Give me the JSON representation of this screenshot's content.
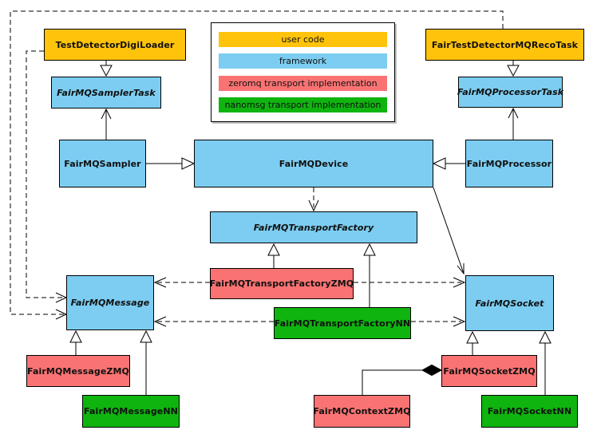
{
  "legend": {
    "items": [
      {
        "id": "user-code",
        "label": "user code",
        "color": "#FFC30B"
      },
      {
        "id": "framework",
        "label": "framework",
        "color": "#7CCDF1"
      },
      {
        "id": "zeromq",
        "label": "zeromq transport implementation",
        "color": "#FA7373"
      },
      {
        "id": "nanomsg",
        "label": "nanomsg transport implementation",
        "color": "#0FB40F"
      }
    ]
  },
  "colors": {
    "user_code": "#FFC30B",
    "framework": "#7CCDF1",
    "zeromq": "#FA7373",
    "nanomsg": "#0FB40F",
    "line": "#000000",
    "background": "#FFFFFF"
  },
  "nodes": {
    "digiLoader": {
      "label": "TestDetectorDigiLoader",
      "color": "#FFC30B",
      "abstract": false
    },
    "recoTask": {
      "label": "FairTestDetectorMQRecoTask",
      "color": "#FFC30B",
      "abstract": false
    },
    "samplerTask": {
      "label": "FairMQSamplerTask",
      "color": "#7CCDF1",
      "abstract": true
    },
    "processorTask": {
      "label": "FairMQProcessorTask",
      "color": "#7CCDF1",
      "abstract": true
    },
    "sampler": {
      "label": "FairMQSampler",
      "color": "#7CCDF1",
      "abstract": false
    },
    "device": {
      "label": "FairMQDevice",
      "color": "#7CCDF1",
      "abstract": false
    },
    "processor": {
      "label": "FairMQProcessor",
      "color": "#7CCDF1",
      "abstract": false
    },
    "transportFactory": {
      "label": "FairMQTransportFactory",
      "color": "#7CCDF1",
      "abstract": true
    },
    "transportFactoryZMQ": {
      "label": "FairMQTransportFactoryZMQ",
      "color": "#FA7373",
      "abstract": false
    },
    "transportFactoryNN": {
      "label": "FairMQTransportFactoryNN",
      "color": "#0FB40F",
      "abstract": false
    },
    "message": {
      "label": "FairMQMessage",
      "color": "#7CCDF1",
      "abstract": true
    },
    "socket": {
      "label": "FairMQSocket",
      "color": "#7CCDF1",
      "abstract": true
    },
    "messageZMQ": {
      "label": "FairMQMessageZMQ",
      "color": "#FA7373",
      "abstract": false
    },
    "messageNN": {
      "label": "FairMQMessageNN",
      "color": "#0FB40F",
      "abstract": false
    },
    "socketZMQ": {
      "label": "FairMQSocketZMQ",
      "color": "#FA7373",
      "abstract": false
    },
    "contextZMQ": {
      "label": "FairMQContextZMQ",
      "color": "#FA7373",
      "abstract": false
    },
    "socketNN": {
      "label": "FairMQSocketNN",
      "color": "#0FB40F",
      "abstract": false
    }
  },
  "edges": [
    {
      "from": "TestDetectorDigiLoader",
      "to": "FairMQSamplerTask",
      "relation": "inheritance"
    },
    {
      "from": "FairTestDetectorMQRecoTask",
      "to": "FairMQProcessorTask",
      "relation": "inheritance"
    },
    {
      "from": "FairMQSampler",
      "to": "FairMQSamplerTask",
      "relation": "association"
    },
    {
      "from": "FairMQProcessor",
      "to": "FairMQProcessorTask",
      "relation": "association"
    },
    {
      "from": "FairMQSampler",
      "to": "FairMQDevice",
      "relation": "inheritance"
    },
    {
      "from": "FairMQProcessor",
      "to": "FairMQDevice",
      "relation": "inheritance"
    },
    {
      "from": "FairMQDevice",
      "to": "FairMQTransportFactory",
      "relation": "dependency"
    },
    {
      "from": "FairMQDevice",
      "to": "FairMQSocket",
      "relation": "association"
    },
    {
      "from": "FairMQTransportFactoryZMQ",
      "to": "FairMQTransportFactory",
      "relation": "inheritance"
    },
    {
      "from": "FairMQTransportFactoryNN",
      "to": "FairMQTransportFactory",
      "relation": "inheritance"
    },
    {
      "from": "FairMQTransportFactoryZMQ",
      "to": "FairMQMessage",
      "relation": "dependency"
    },
    {
      "from": "FairMQTransportFactoryZMQ",
      "to": "FairMQSocket",
      "relation": "dependency"
    },
    {
      "from": "FairMQTransportFactoryNN",
      "to": "FairMQMessage",
      "relation": "dependency"
    },
    {
      "from": "FairMQTransportFactoryNN",
      "to": "FairMQSocket",
      "relation": "dependency"
    },
    {
      "from": "TestDetectorDigiLoader",
      "to": "FairMQMessage",
      "relation": "dependency"
    },
    {
      "from": "FairTestDetectorMQRecoTask",
      "to": "FairMQMessage",
      "relation": "dependency"
    },
    {
      "from": "FairMQMessageZMQ",
      "to": "FairMQMessage",
      "relation": "inheritance"
    },
    {
      "from": "FairMQMessageNN",
      "to": "FairMQMessage",
      "relation": "inheritance"
    },
    {
      "from": "FairMQSocketZMQ",
      "to": "FairMQSocket",
      "relation": "inheritance"
    },
    {
      "from": "FairMQSocketNN",
      "to": "FairMQSocket",
      "relation": "inheritance"
    },
    {
      "from": "FairMQContextZMQ",
      "to": "FairMQSocketZMQ",
      "relation": "composition"
    }
  ]
}
